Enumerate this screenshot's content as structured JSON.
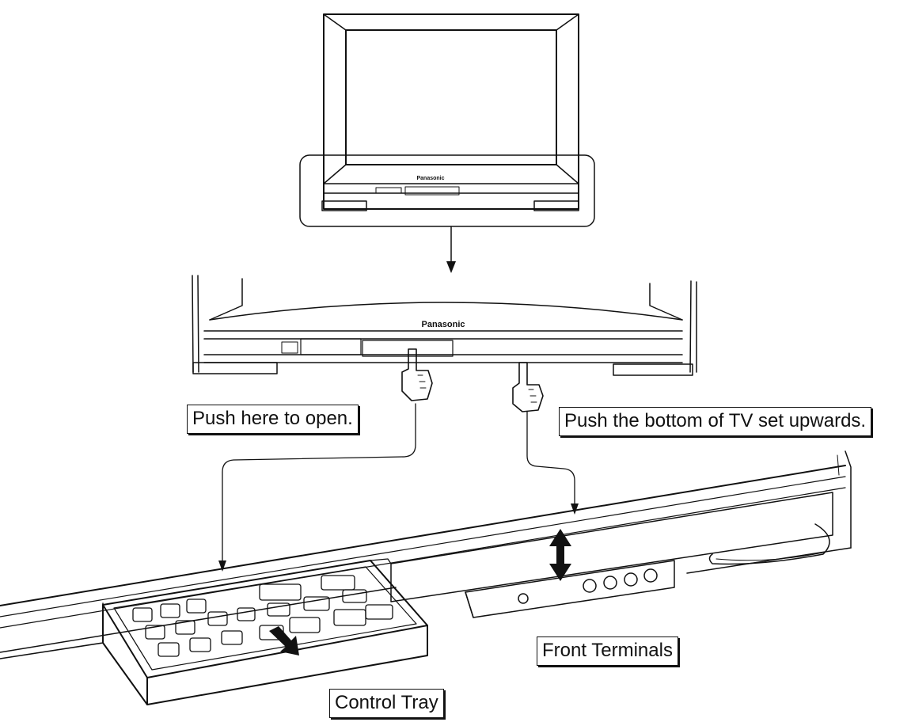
{
  "brand": "Panasonic",
  "labels": {
    "push_open": "Push here to open.",
    "push_bottom": "Push the bottom of TV set upwards.",
    "front_terminals": "Front Terminals",
    "control_tray": "Control Tray"
  },
  "colors": {
    "ink": "#111111",
    "paper": "#ffffff"
  }
}
